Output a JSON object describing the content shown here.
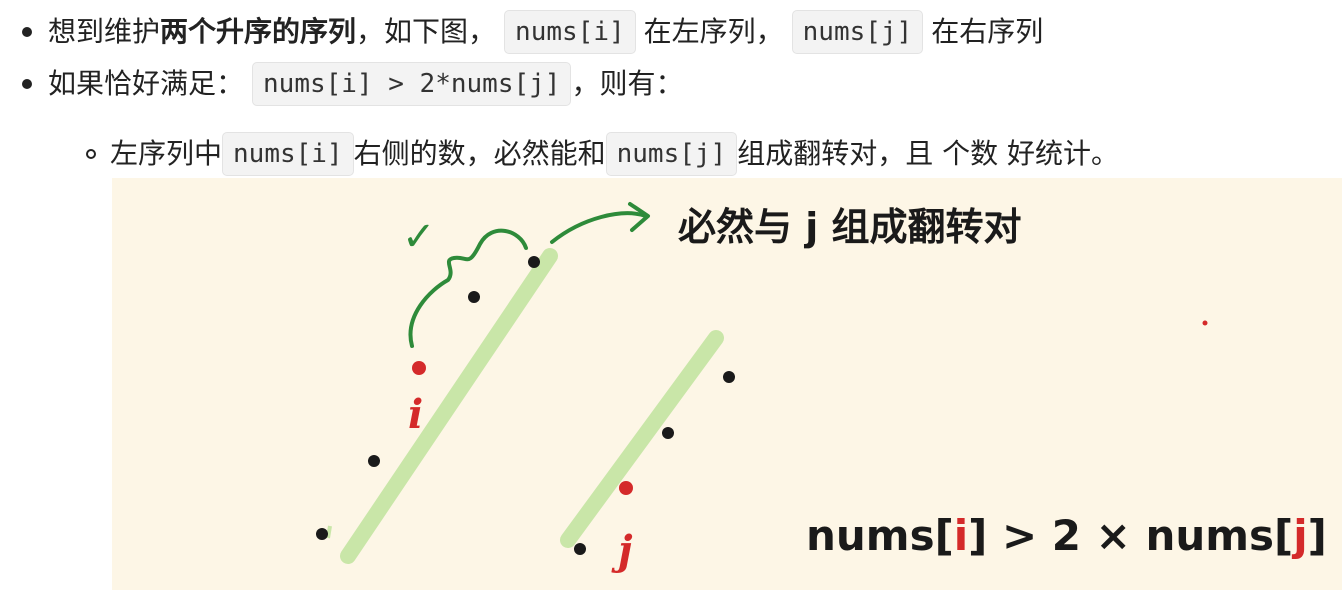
{
  "list": {
    "item1": {
      "prefix": "想到维护",
      "bold": "两个升序的序列",
      "mid1": "，如下图，",
      "code_i": "nums[i]",
      "mid2": "在左序列，",
      "code_j": "nums[j]",
      "suffix": "在右序列"
    },
    "item2": {
      "prefix": "如果恰好满足：",
      "code": "nums[i] > 2*nums[j]",
      "suffix": "，则有："
    },
    "sub1": {
      "prefix": "左序列中",
      "code_i": "nums[i]",
      "mid": "右侧的数，必然能和",
      "code_j": "nums[j]",
      "suffix": "组成翻转对，且 个数 好统计。"
    }
  },
  "figure": {
    "background": "#fdf6e6",
    "handwritten_note": "必然与 j 组成翻转对",
    "label_i": "i",
    "label_j": "j",
    "formula_left": "nums[",
    "formula_i": "i",
    "formula_mid": "] > 2 × nums[",
    "formula_j": "j",
    "formula_right": "]",
    "check_mark": "✓",
    "colors": {
      "highlight": "#c9e6a8",
      "dot": "#1a1a1a",
      "red": "#d42a2a",
      "green": "#2e8b3a",
      "ink": "#1a1a1a"
    }
  }
}
